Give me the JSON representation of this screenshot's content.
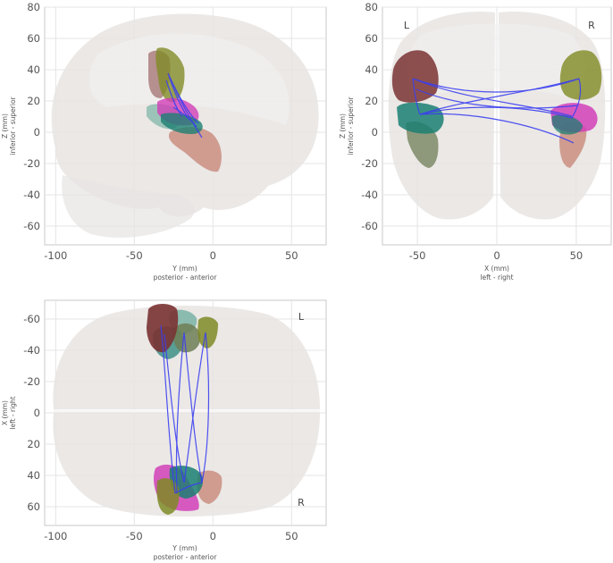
{
  "hemisphere_labels": {
    "left": "L",
    "right": "R"
  },
  "colors": {
    "brain": "#e7e4e2",
    "grid": "#e4e4e4",
    "frame": "#c8c8c8",
    "connections": "#3b3ff0",
    "regions": {
      "olive": "#7f8a24",
      "maroon": "#7a3232",
      "salmon": "#c9887a",
      "magenta": "#d23fb8",
      "teal": "#1b7f72",
      "sage": "#6f7e55",
      "mint": "#7ab3a4"
    }
  },
  "panels": [
    {
      "id": "sagittal",
      "x_axis": {
        "label": "Y (mm)",
        "sublabel": "posterior - anterior",
        "range": [
          -107,
          72
        ],
        "ticks": [
          -100,
          -50,
          0,
          50
        ]
      },
      "y_axis": {
        "label": "Z (mm)",
        "sublabel": "inferior - superior",
        "range": [
          -72,
          80
        ],
        "ticks": [
          80,
          60,
          40,
          20,
          0,
          -20,
          -40,
          -60
        ]
      }
    },
    {
      "id": "coronal",
      "x_axis": {
        "label": "X (mm)",
        "sublabel": "left - right",
        "range": [
          -72,
          72
        ],
        "ticks": [
          -50,
          0,
          50
        ]
      },
      "y_axis": {
        "label": "Z (mm)",
        "sublabel": "inferior - superior",
        "range": [
          -72,
          80
        ],
        "ticks": [
          80,
          60,
          40,
          20,
          0,
          -20,
          -40,
          -60
        ]
      }
    },
    {
      "id": "axial",
      "x_axis": {
        "label": "Y (mm)",
        "sublabel": "posterior - anterior",
        "range": [
          -107,
          72
        ],
        "ticks": [
          -100,
          -50,
          0,
          50
        ]
      },
      "y_axis": {
        "label": "X (mm)",
        "sublabel": "left - right",
        "range": [
          -72,
          72
        ],
        "ticks": [
          -60,
          -40,
          -20,
          0,
          20,
          40,
          60
        ]
      }
    }
  ]
}
